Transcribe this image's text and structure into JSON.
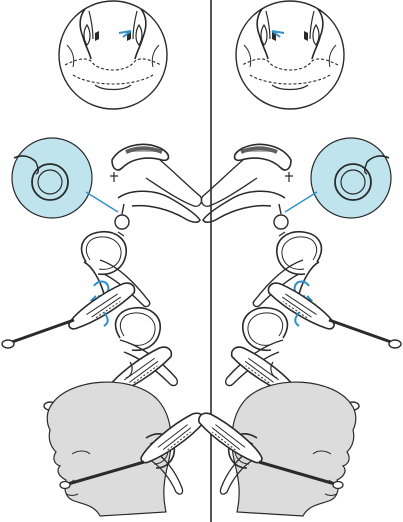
{
  "document": {
    "type": "headset wearing instructions illustration",
    "panels": [
      "left-ear",
      "right-ear"
    ],
    "colors": {
      "line": "#2a2a2a",
      "accent": "#2f8fc9",
      "highlight_fill": "#bfe4ee",
      "head_fill": "#dcdcdc",
      "background": "#ffffff"
    }
  }
}
